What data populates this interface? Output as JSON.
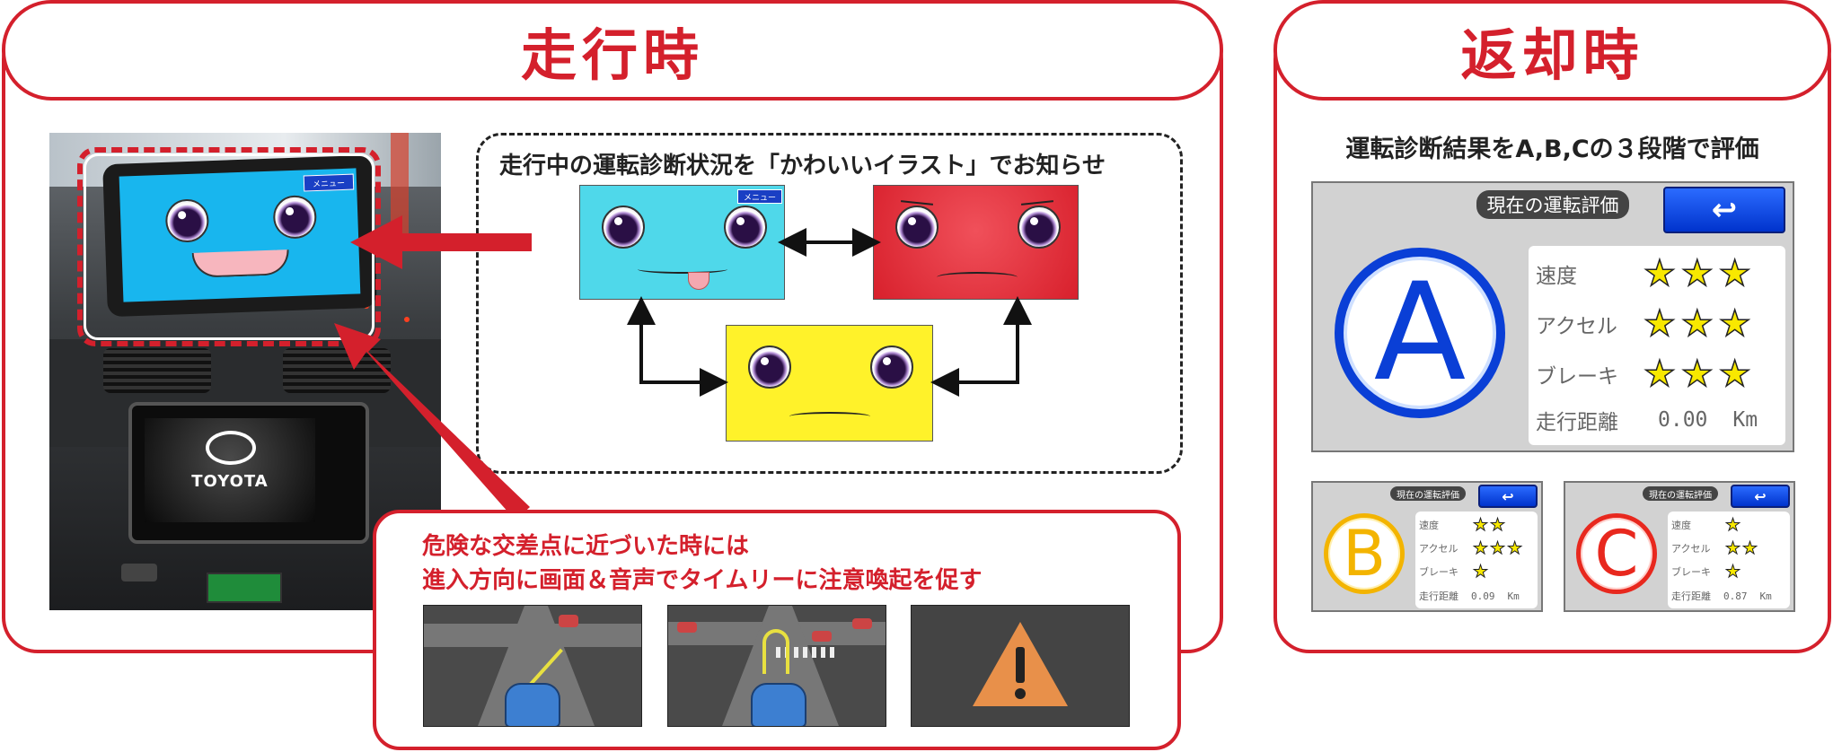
{
  "driving": {
    "title": "走行時",
    "diagnosis_caption": "走行中の運転診断状況を「かわいいイラスト」でお知らせ",
    "menu_label": "メニュー",
    "toyota_logo_text": "TOYOTA",
    "warning_line1": "危険な交差点に近づいた時には",
    "warning_line2": "進入方向に画面＆音声でタイムリーに注意喚起を促す"
  },
  "return": {
    "title": "返却時",
    "caption": "運転診断結果をA,B,Cの３段階で評価",
    "main_card": {
      "header": "現在の運転評価",
      "grade": "A",
      "rows": [
        {
          "label": "速度",
          "stars": 3
        },
        {
          "label": "アクセル",
          "stars": 3
        },
        {
          "label": "ブレーキ",
          "stars": 3
        }
      ],
      "distance_label": "走行距離",
      "distance_value": "0.00",
      "distance_unit": "Km"
    },
    "card_b": {
      "header": "現在の運転評価",
      "grade": "B",
      "rows": [
        {
          "label": "速度",
          "stars": 2
        },
        {
          "label": "アクセル",
          "stars": 3
        },
        {
          "label": "ブレーキ",
          "stars": 1
        }
      ],
      "distance_label": "走行距離",
      "distance_value": "0.09",
      "distance_unit": "Km"
    },
    "card_c": {
      "header": "現在の運転評価",
      "grade": "C",
      "rows": [
        {
          "label": "速度",
          "stars": 1
        },
        {
          "label": "アクセル",
          "stars": 2
        },
        {
          "label": "ブレーキ",
          "stars": 1
        }
      ],
      "distance_label": "走行距離",
      "distance_value": "0.87",
      "distance_unit": "Km"
    }
  },
  "colors": {
    "accent_red": "#d4202c",
    "face_blue": "#4fd8ea",
    "face_red": "#e0303c",
    "face_yellow": "#fff22a",
    "grade_a": "#0a3fd6",
    "grade_b": "#f3b400",
    "grade_c": "#e8281e"
  }
}
